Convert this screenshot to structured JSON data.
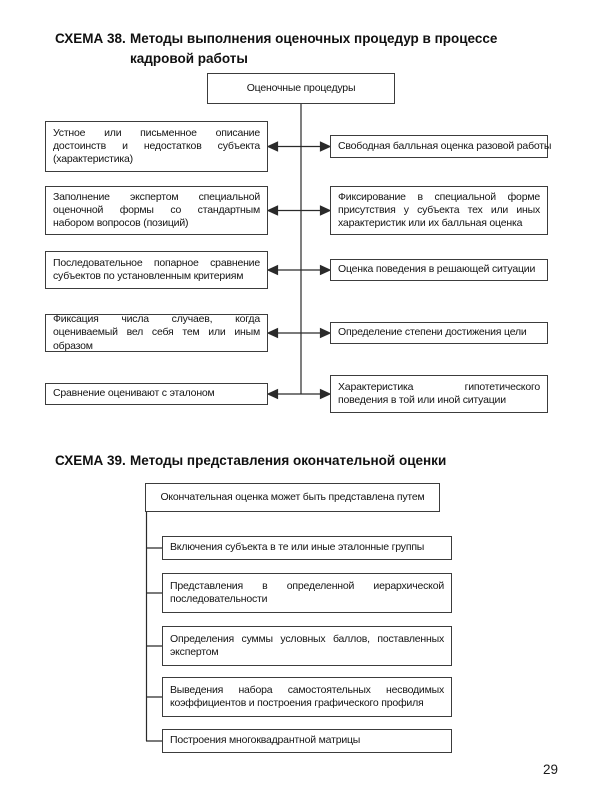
{
  "page": {
    "number": "29"
  },
  "colors": {
    "background": "#ffffff",
    "text": "#141414",
    "box_border": "#3c3c3c",
    "connector": "#2a2a2a"
  },
  "schema38": {
    "label": "СХЕМА 38.",
    "title": "Методы выполнения оценочных процедур в процессе кадровой работы",
    "root": "Оценочные процедуры",
    "left_boxes": [
      "Устное или письменное описание достоинств и недостатков субъекта (характеристика)",
      "Заполнение экспертом специальной оценочной формы со стандартным набором вопросов (позиций)",
      "Последовательное попарное сравнение субъектов по установленным критериям",
      "Фиксация числа случаев, когда оцениваемый вел себя тем или иным образом",
      "Сравнение оценивают с эталоном"
    ],
    "right_boxes": [
      "Свободная балльная оценка разовой работы",
      "Фиксирование в специальной форме присутствия у субъекта тех или иных характеристик или их балльная оценка",
      "Оценка поведения в решающей ситуации",
      "Определение степени достижения цели",
      "Характеристика гипотетического поведения в той или иной ситуации"
    ]
  },
  "schema39": {
    "label": "СХЕМА 39.",
    "title": "Методы представления окончательной оценки",
    "root": "Окончательная оценка может быть представлена путем",
    "items": [
      "Включения субъекта в те или иные эталонные группы",
      "Представления в определенной иерархической последовательности",
      "Определения суммы условных баллов, поставленных экспертом",
      "Выведения набора самостоятельных несводимых коэффициентов и построения графического профиля",
      "Построения многоквадрантной матрицы"
    ]
  }
}
